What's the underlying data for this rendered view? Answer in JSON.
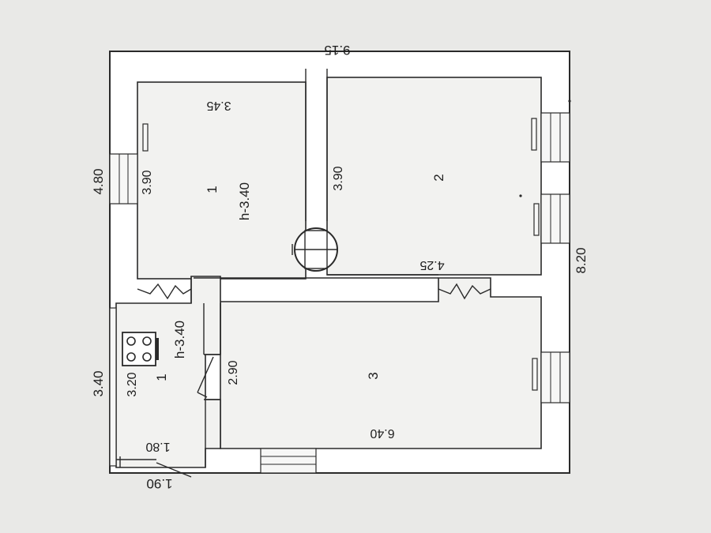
{
  "plan": {
    "dimensions": {
      "total_width_top": "9.15",
      "total_height_right": "8.20",
      "left_upper": "4.80",
      "left_lower": "3.40",
      "bottom_left": "1.90",
      "room1_width": "3.45",
      "room1_height": "3.90",
      "room2_height": "3.90",
      "corridor_width": "4.25",
      "room3_width": "6.40",
      "room3_height": "2.90",
      "kitchen_height": "3.20",
      "entry_width": "1.80"
    },
    "rooms": {
      "room1_number": "1",
      "room1_ceiling": "h-3.40",
      "room2_number": "2",
      "room3_number": "3",
      "kitchen_number": "1",
      "kitchen_ceiling": "h-3.40"
    }
  }
}
